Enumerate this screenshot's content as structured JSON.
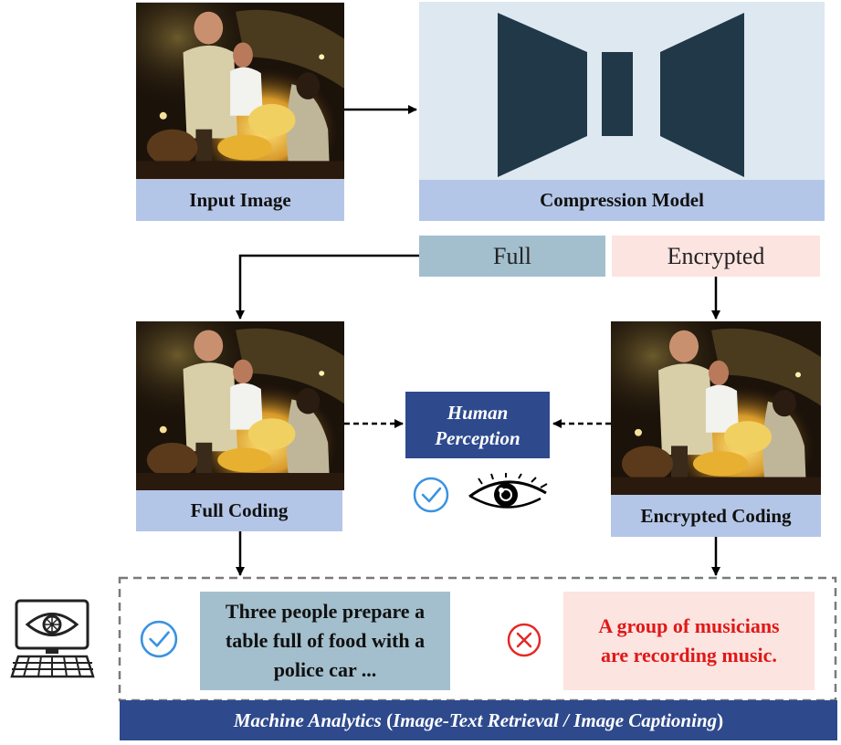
{
  "top": {
    "input_label": "Input Image",
    "model_label": "Compression Model"
  },
  "modes": {
    "full": "Full",
    "encrypted": "Encrypted"
  },
  "middle": {
    "full_label": "Full Coding",
    "encrypted_label": "Encrypted Coding",
    "human_line1": "Human",
    "human_line2": "Perception"
  },
  "bottom": {
    "full_caption": "Three people prepare a table full of food with a police car ...",
    "encrypted_caption": "A group of musicians are recording music.",
    "banner_part1": "Machine Analytics",
    "banner_part2": " (",
    "banner_part3": "Image-Text Retrieval / Image Captioning",
    "banner_part4": ")"
  },
  "icons": {
    "check": "check-circle-icon",
    "cross": "cross-circle-icon",
    "eye": "eye-icon",
    "monitor": "computer-eye-icon"
  },
  "colors": {
    "label_blue": "#b4c6e7",
    "model_bg": "#dde8f1",
    "model_shape": "#213848",
    "full_tag": "#a3bfcd",
    "encrypted_tag": "#fce4e0",
    "human_box": "#2e4a8d",
    "banner": "#2e4a8d",
    "check_blue": "#3a93e0",
    "cross_red": "#e52828",
    "red_text": "#e01818"
  }
}
